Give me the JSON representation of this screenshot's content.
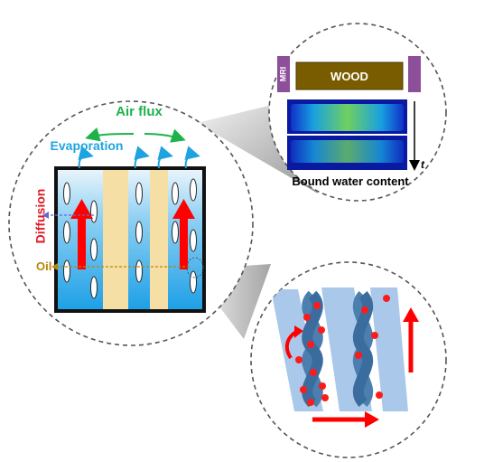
{
  "labels": {
    "air_flux": "Air flux",
    "evaporation": "Evaporation",
    "diffusion": "Diffusion",
    "oil": "Oil",
    "mri": "MRI",
    "wood": "WOOD",
    "time": "t",
    "bound_water": "Bound water content"
  },
  "colors": {
    "air_flux": "#1db34a",
    "evaporation": "#1fa3e0",
    "diffusion": "#e01b24",
    "oil": "#b8860b",
    "wood_bar": "#7a5c00",
    "mri_magnet": "#8e4f9a",
    "vessel_water": "#2aa8e8",
    "wood_fiber": "#f6dfa4",
    "flow_arrow": "#ff0000",
    "cellulose": "#4a7fb0",
    "cell_wall": "#a9c8ea"
  },
  "icons": {
    "zoom_connector": "gray-funnel-connector",
    "circle_frame": "dashed-circle"
  }
}
